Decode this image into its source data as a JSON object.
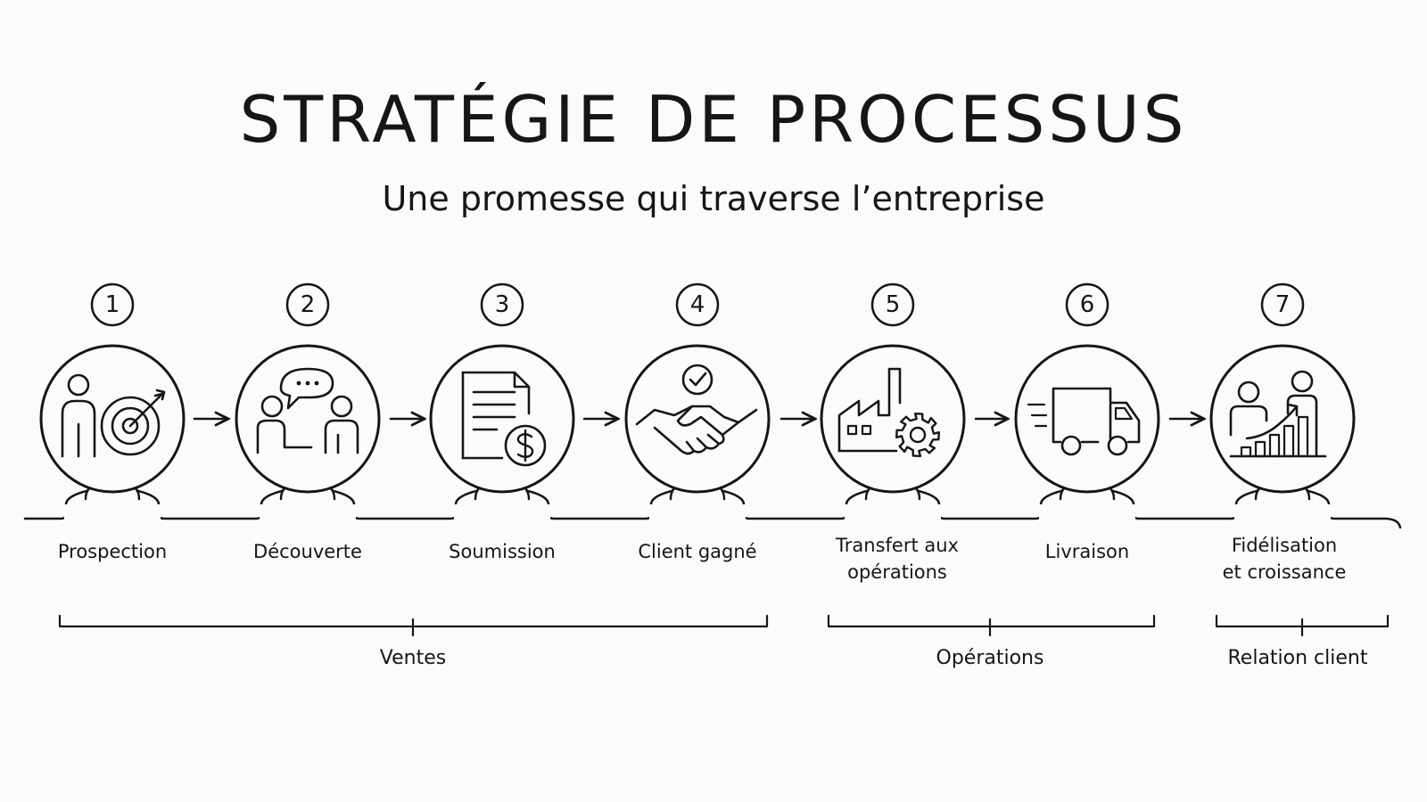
{
  "header": {
    "title": "STRATÉGIE DE PROCESSUS",
    "subtitle": "Une promesse qui traverse l’entreprise"
  },
  "steps": [
    {
      "number": "1",
      "label": "Prospection",
      "icon": "person-target-icon"
    },
    {
      "number": "2",
      "label": "Découverte",
      "icon": "conversation-icon"
    },
    {
      "number": "3",
      "label": "Soumission",
      "icon": "quote-document-icon"
    },
    {
      "number": "4",
      "label": "Client gagné",
      "icon": "handshake-check-icon"
    },
    {
      "number": "5",
      "label": "Transfert aux\nopérations",
      "icon": "factory-gear-icon"
    },
    {
      "number": "6",
      "label": "Livraison",
      "icon": "delivery-truck-icon"
    },
    {
      "number": "7",
      "label": "Fidélisation\net croissance",
      "icon": "growth-people-icon"
    }
  ],
  "groups": [
    {
      "label": "Ventes",
      "steps": [
        1,
        2,
        3,
        4
      ]
    },
    {
      "label": "Opérations",
      "steps": [
        5,
        6
      ]
    },
    {
      "label": "Relation client",
      "steps": [
        7
      ]
    }
  ],
  "colors": {
    "ink": "#161616",
    "background": "#fbfbfb"
  }
}
